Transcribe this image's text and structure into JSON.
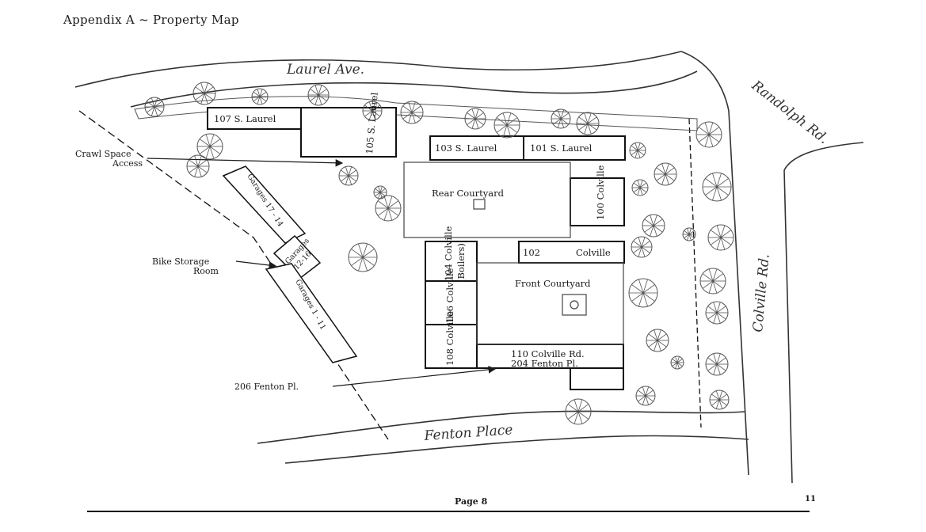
{
  "header": {
    "title": "Appendix A ~ Property Map"
  },
  "footer": {
    "page_label": "Page 8",
    "corner_number": "11"
  },
  "map": {
    "streets": {
      "laurel": "Laurel Ave.",
      "randolph": "Randolph Rd.",
      "colville": "Colville Rd.",
      "fenton": "Fenton Place"
    },
    "buildings": {
      "s107": "107 S. Laurel",
      "s105": "105 S. Laurel",
      "s103": "103 S. Laurel",
      "s101": "101 S. Laurel",
      "c100": "100 Colville",
      "c102": "102",
      "colville": "Colville",
      "c104a": "104 Colville",
      "c104b": "(Boilers)",
      "c106": "106 Colville",
      "c108": "108 Colville",
      "c110": "110 Colville Rd.",
      "f204": "204 Fenton Pl."
    },
    "areas": {
      "rear": "Rear Courtyard",
      "front": "Front Courtyard",
      "g1714": "Garages 17 - 14",
      "g1216a": "Garages",
      "g1216b": "12-16",
      "g1111": "Garages 1 - 11"
    },
    "annotations": {
      "crawl1": "Crawl Space",
      "crawl2": "Access",
      "bike1": "Bike Storage",
      "bike2": "Room",
      "fenton206": "206 Fenton Pl."
    },
    "colors": {
      "ink": "#1a1a1a",
      "tree": "#555555",
      "paper": "#ffffff"
    }
  }
}
